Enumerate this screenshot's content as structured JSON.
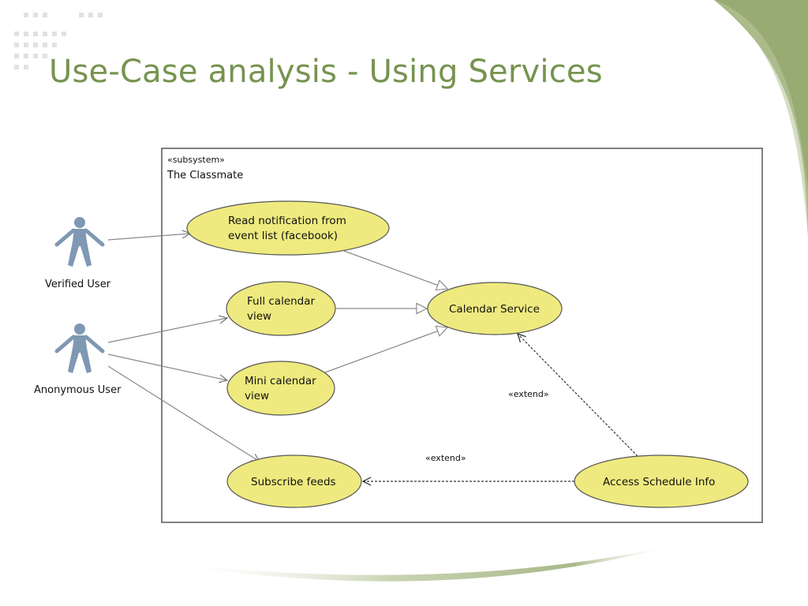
{
  "slide": {
    "title": "Use-Case analysis - Using Services",
    "accent_color": "#76934f"
  },
  "diagram": {
    "subsystem": {
      "stereotype": "«subsystem»",
      "name": "The Classmate"
    },
    "actors": [
      {
        "id": "verified-user",
        "label": "Verified User"
      },
      {
        "id": "anonymous-user",
        "label": "Anonymous User"
      }
    ],
    "use_cases": [
      {
        "id": "read-notification",
        "lines": [
          "Read notification from",
          "event list (facebook)"
        ]
      },
      {
        "id": "full-calendar-view",
        "lines": [
          "Full calendar",
          "view"
        ]
      },
      {
        "id": "mini-calendar-view",
        "lines": [
          "Mini calendar",
          "view"
        ]
      },
      {
        "id": "subscribe-feeds",
        "lines": [
          "Subscribe feeds"
        ]
      },
      {
        "id": "calendar-service",
        "lines": [
          "Calendar Service"
        ]
      },
      {
        "id": "access-schedule-info",
        "lines": [
          "Access Schedule Info"
        ]
      }
    ],
    "relationships": [
      {
        "from": "verified-user",
        "to": "read-notification",
        "kind": "association"
      },
      {
        "from": "anonymous-user",
        "to": "full-calendar-view",
        "kind": "association"
      },
      {
        "from": "anonymous-user",
        "to": "mini-calendar-view",
        "kind": "association"
      },
      {
        "from": "anonymous-user",
        "to": "subscribe-feeds",
        "kind": "association"
      },
      {
        "from": "read-notification",
        "to": "calendar-service",
        "kind": "generalization"
      },
      {
        "from": "full-calendar-view",
        "to": "calendar-service",
        "kind": "generalization"
      },
      {
        "from": "mini-calendar-view",
        "to": "calendar-service",
        "kind": "generalization"
      },
      {
        "from": "access-schedule-info",
        "to": "calendar-service",
        "kind": "extend",
        "label": "«extend»"
      },
      {
        "from": "access-schedule-info",
        "to": "subscribe-feeds",
        "kind": "extend",
        "label": "«extend»"
      }
    ],
    "colors": {
      "use_case_fill": "#eeea7f",
      "use_case_stroke": "#555555",
      "actor_color": "#7f98b3",
      "line_color": "#8a8a8a"
    }
  }
}
